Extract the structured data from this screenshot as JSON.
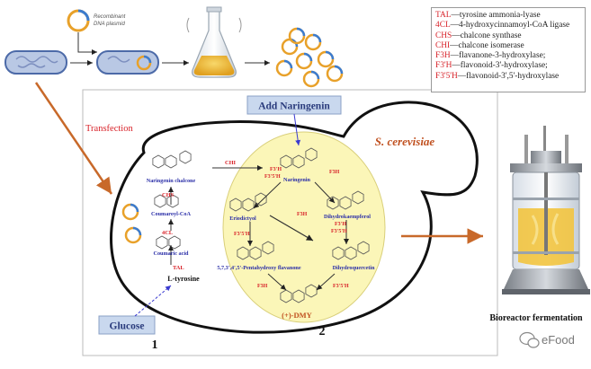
{
  "plasmid_label": [
    "Recombinant",
    "DNA plasmid"
  ],
  "transfection_label": "Transfection",
  "add_naringenin": "Add Naringenin",
  "organism": "S. cerevisiae",
  "glucose": "Glucose",
  "bioreactor": "Bioreactor fermentation",
  "section_numbers": [
    "1",
    "2"
  ],
  "watermark": "eFood",
  "pathway1": {
    "compounds": [
      "Naringenin chalcone",
      "Coumaroyl-CoA",
      "Coumaric acid",
      "L-tyrosine"
    ],
    "enzymes": [
      "CHS",
      "4CL",
      "TAL"
    ],
    "chi": "CHI"
  },
  "pathway2": {
    "compounds": [
      "Naringenin",
      "Eriodictyol",
      "Dihydrokaempferol",
      "5,7,3',4',5'-Pentahydroxy flavanone",
      "Dihydroquercetin",
      "(+)-DMY"
    ],
    "enzymes": {
      "top_left": [
        "F3'H",
        "F3'5'H"
      ],
      "top_right": "F3H",
      "center": "F3H",
      "right_mid": [
        "F3'H",
        "F3'5'H"
      ],
      "left_mid": "F3'5'H",
      "bottom_left": "F3H",
      "bottom_right": "F3'5'H"
    }
  },
  "legend": [
    {
      "abbr": "TAL",
      "desc": "—tyrosine ammonia-lyase"
    },
    {
      "abbr": "4CL",
      "desc": "—4-hydroxycinnamoyl-CoA ligase"
    },
    {
      "abbr": "CHS",
      "desc": "—chalcone synthase"
    },
    {
      "abbr": "CHI",
      "desc": "—chalcone isomerase"
    },
    {
      "abbr": "F3H",
      "desc": "—flavanone-3-hydroxylase;"
    },
    {
      "abbr": "F3'H",
      "desc": "—flavonoid-3'-hydroxylase;"
    },
    {
      "abbr": "F3'5'H",
      "desc": "—flavonoid-3',5'-hydroxylase"
    }
  ],
  "colors": {
    "enzyme": "#d8232a",
    "compound": "#2b2fa8",
    "ellipse": "#fbf6b8",
    "arrow_orange": "#c8692a",
    "bacteria": "#5b78b5",
    "label_box": "#c9d8ee"
  }
}
